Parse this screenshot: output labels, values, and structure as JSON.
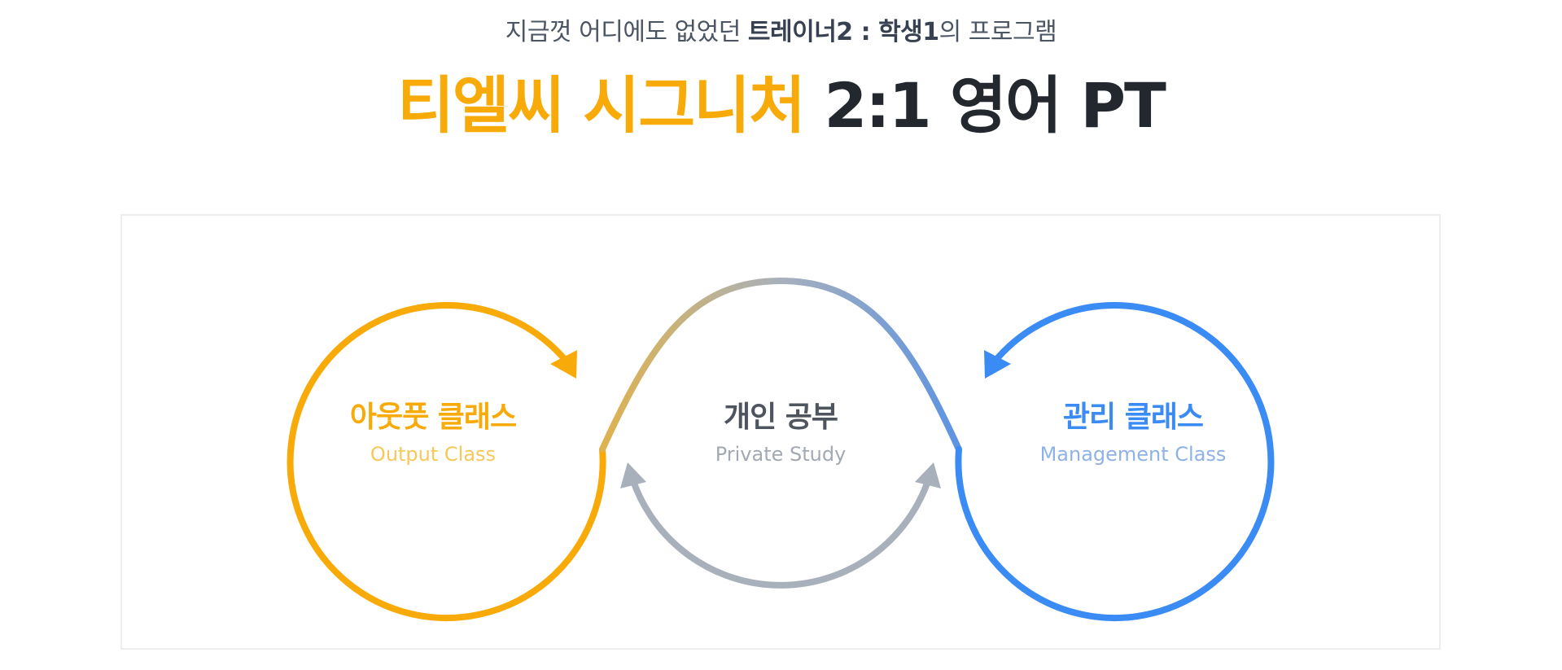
{
  "header": {
    "subtitle_pre": "지금껏 어디에도 없었던 ",
    "subtitle_bold1": "트레이너2",
    "subtitle_mid": " : ",
    "subtitle_bold2": "학생1",
    "subtitle_post": "의 프로그램",
    "title_highlight": "티엘씨 시그니처",
    "title_rest": " 2:1 영어 PT"
  },
  "nodes": [
    {
      "id": "output",
      "ko": "아웃풋 클래스",
      "en": "Output Class"
    },
    {
      "id": "study",
      "ko": "개인 공부",
      "en": "Private Study"
    },
    {
      "id": "management",
      "ko": "관리 클래스",
      "en": "Management Class"
    }
  ],
  "colors": {
    "orange": "#f7aa08",
    "orange_light": "#f6c85a",
    "gray": "#a8b0bc",
    "gray_text": "#4f555e",
    "gray_light": "#a2a9b4",
    "blue": "#3b8bf5",
    "blue_light": "#8fb2e6",
    "title_dark": "#23272e"
  }
}
